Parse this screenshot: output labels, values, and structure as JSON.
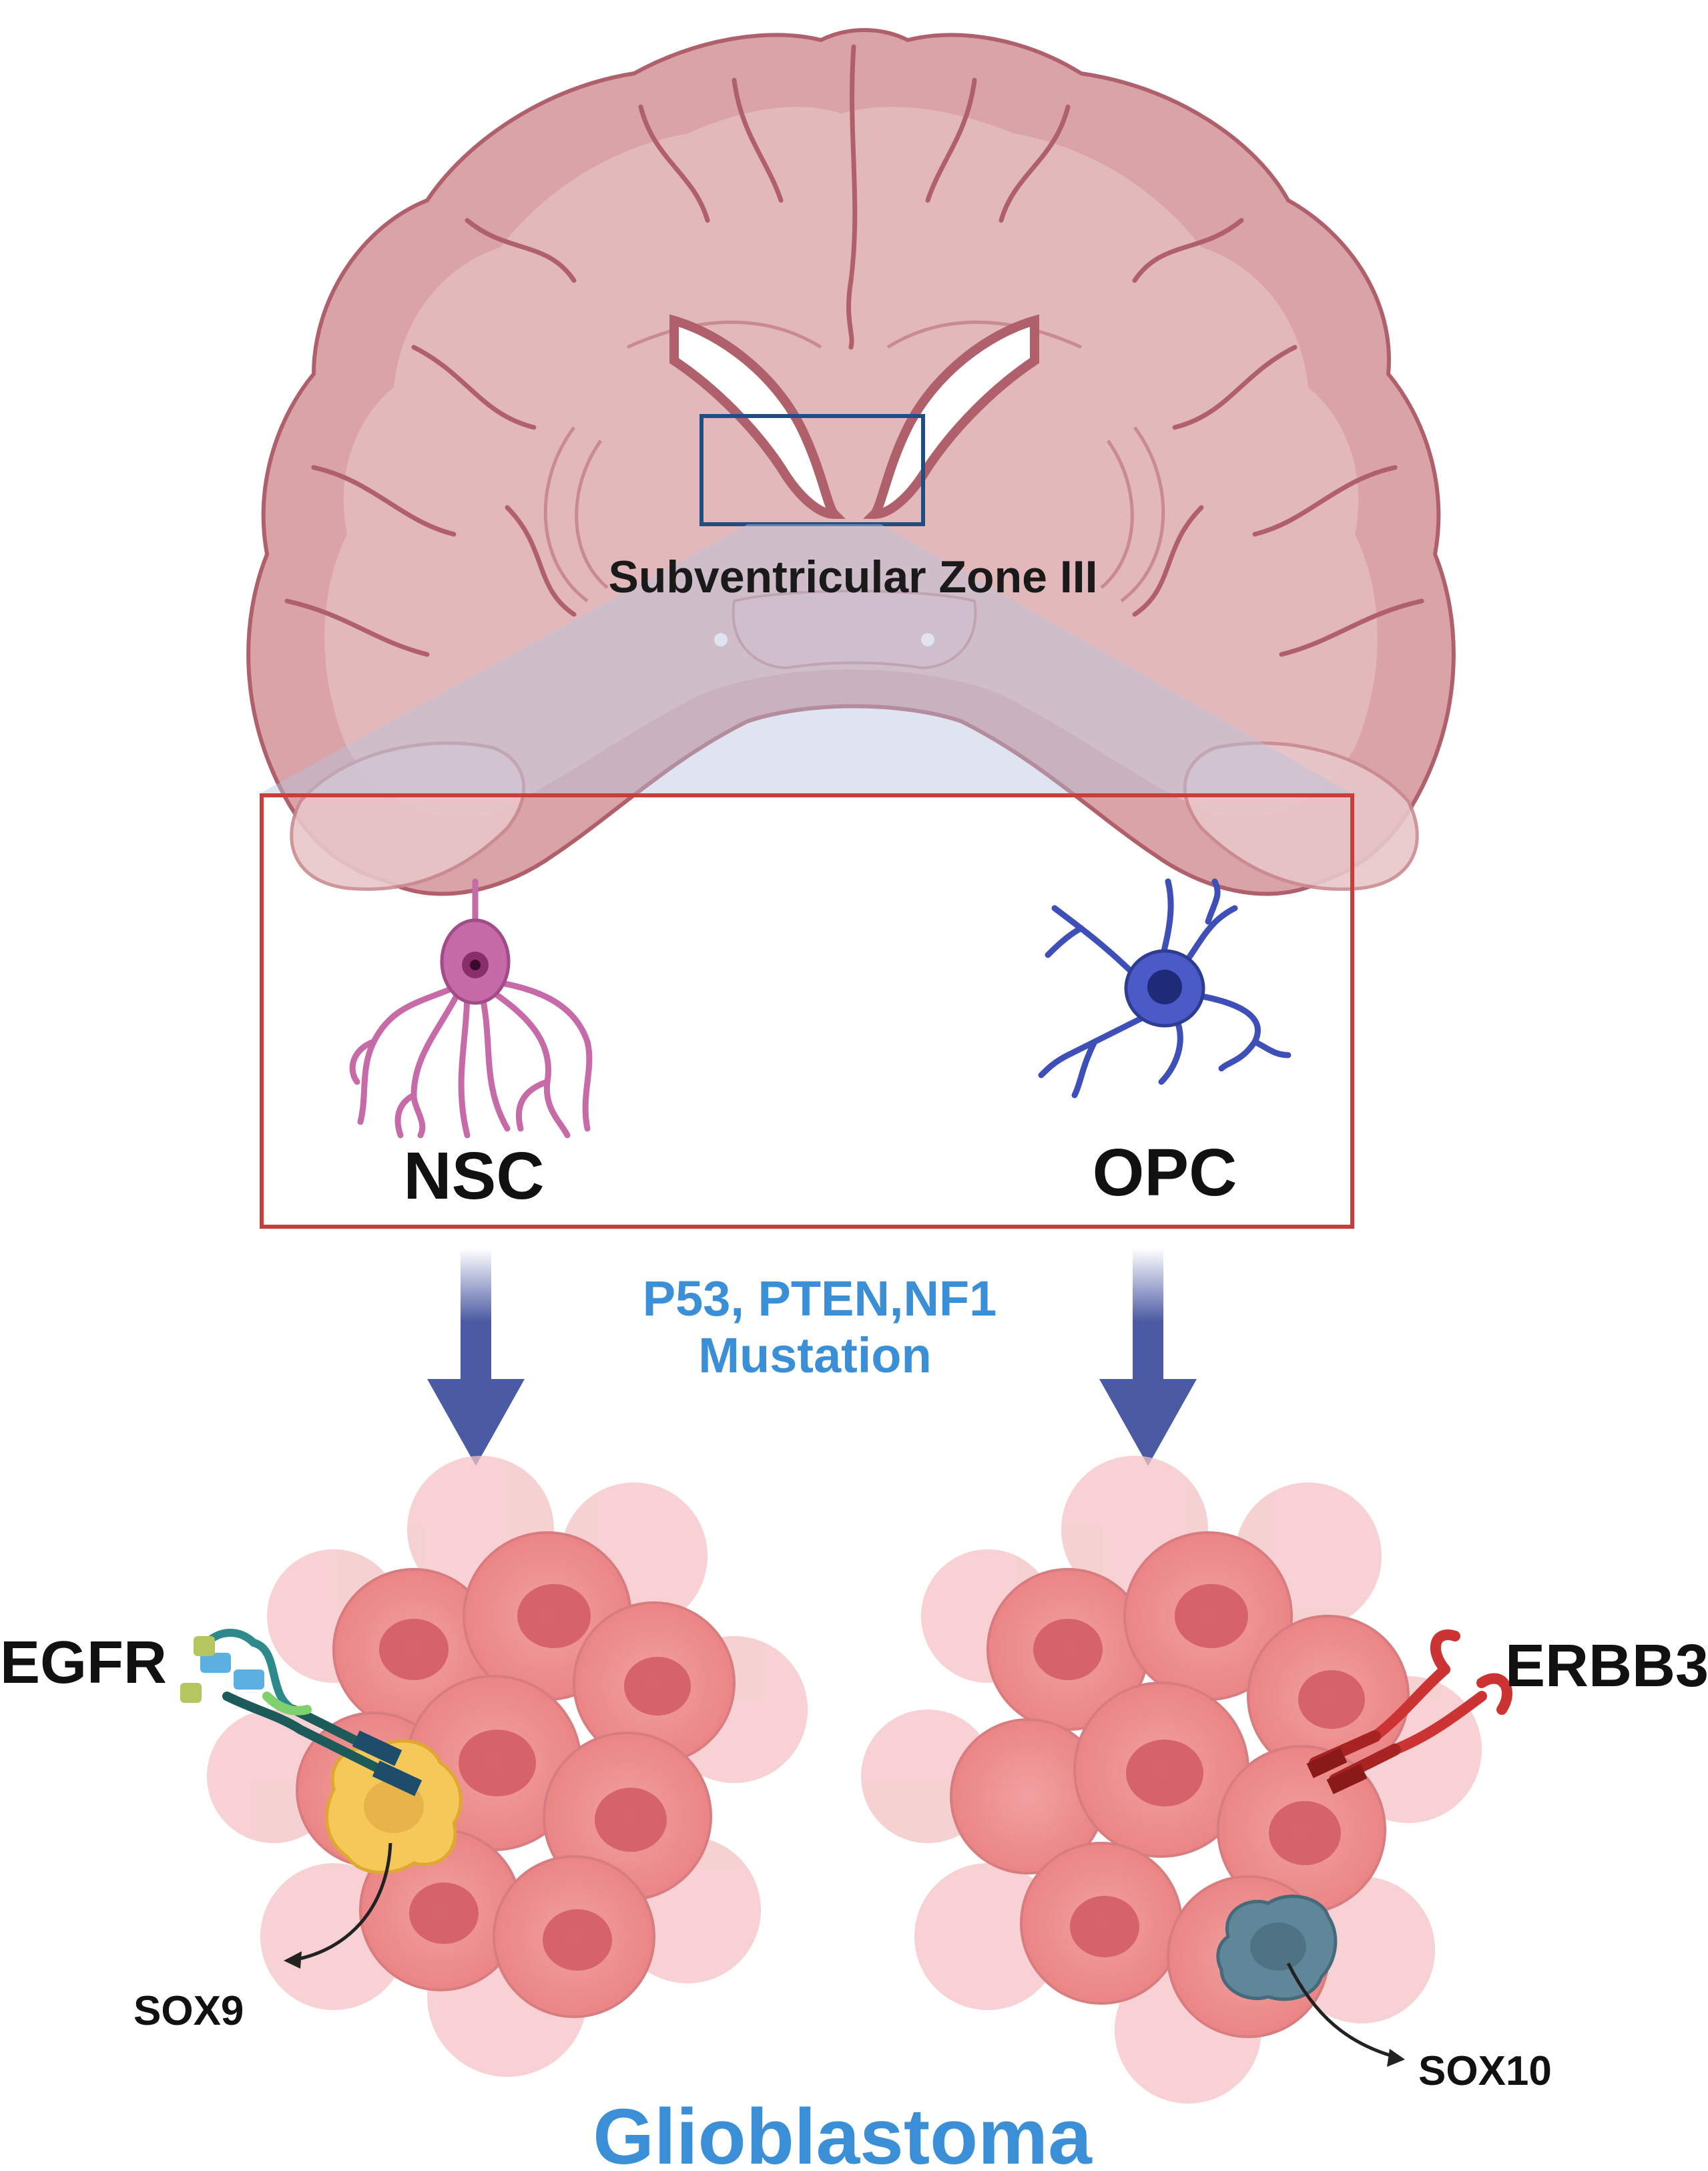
{
  "figure": {
    "svz_label": "Subventricular Zone III",
    "cells": {
      "left": "NSC",
      "right": "OPC"
    },
    "mutation": {
      "line1": "P53, PTEN,NF1",
      "line2": "Mustation"
    },
    "markers": {
      "left_receptor": "EGFR",
      "left_transcription_factor": "SOX9",
      "right_receptor": "ERBB3",
      "right_transcription_factor": "SOX10"
    },
    "tumor_title": "Glioblastoma"
  },
  "colors": {
    "brain_fill": "#d9a3a8",
    "brain_outline": "#b0606a",
    "ventricle_fill": "#ffffff",
    "svz_box": "#1f4f82",
    "cell_frame": "#c93d3d",
    "nsc_cell": "#c66aa8",
    "opc_cell": "#3f4fb8",
    "arrow": "#4a5aa3",
    "mutation_text": "#3b8fd6",
    "tumor_cell": "#ef8c8c",
    "tumor_nucleus": "#d35d66",
    "egfr_marker_cell": "#f5c85a",
    "erbb3_receptor": "#cc3333",
    "sox10_marker_cell": "#5f8799",
    "title_text": "#3b8fd6"
  }
}
